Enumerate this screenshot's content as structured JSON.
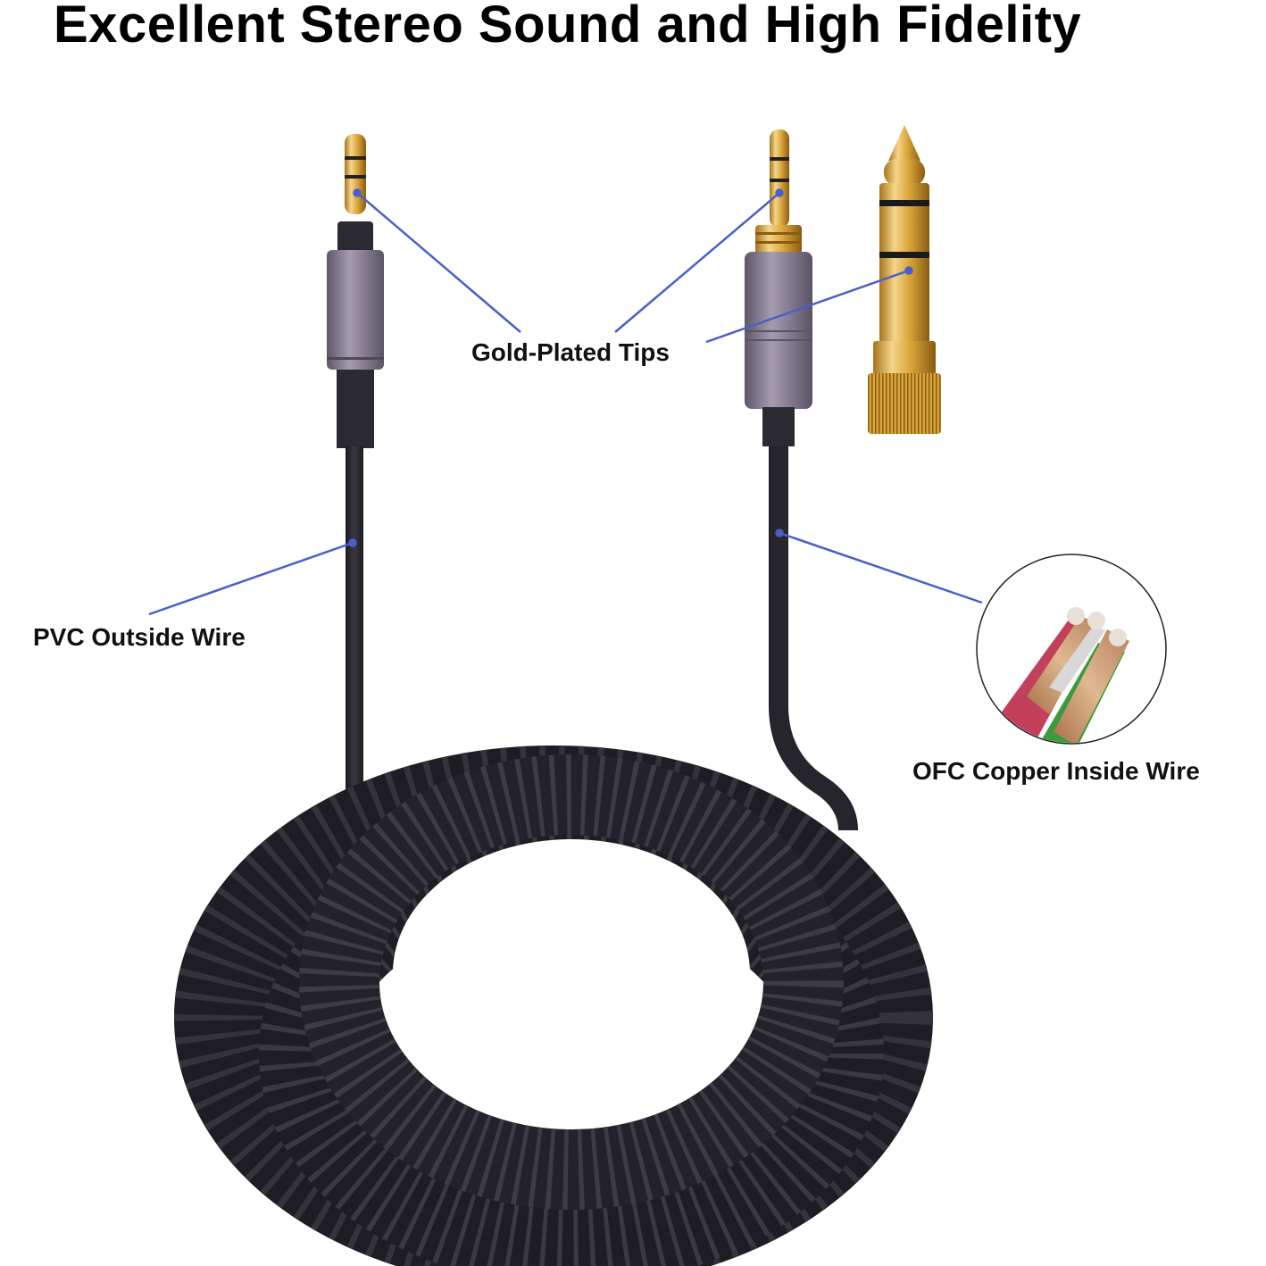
{
  "title": "Excellent Stereo Sound and High Fidelity",
  "callouts": {
    "gold_tips": "Gold-Plated Tips",
    "pvc_wire": "PVC Outside Wire",
    "ofc_wire": "OFC Copper Inside Wire"
  },
  "colors": {
    "callout_line": "#4a5fc9",
    "gold": "#d9a53a",
    "housing": "#8a8296",
    "cable": "#26252b",
    "copper": "#c99a6e"
  },
  "icons": {
    "left_plug": "3.5mm-plug-icon",
    "right_plug": "3.5mm-threaded-plug-icon",
    "adapter": "6.35mm-adapter-icon",
    "coil": "coiled-cable-icon",
    "copper_inset": "copper-strands-icon"
  }
}
